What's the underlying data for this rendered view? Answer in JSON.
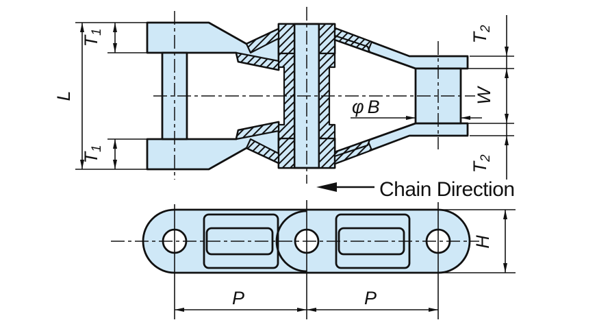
{
  "drawing": {
    "labels": {
      "overall_length": {
        "base": "L"
      },
      "t1": {
        "base": "T",
        "sub": "1"
      },
      "t2": {
        "base": "T",
        "sub": "2"
      },
      "inner_width": {
        "base": "W"
      },
      "bush_diameter": {
        "prefix": "φ",
        "base": "B"
      },
      "pitch": {
        "base": "P"
      },
      "plate_height": {
        "base": "H"
      },
      "chain_direction": "Chain Direction"
    },
    "colors": {
      "part_fill": "#cfe8f7",
      "line": "#111111",
      "background": "#ffffff"
    }
  }
}
